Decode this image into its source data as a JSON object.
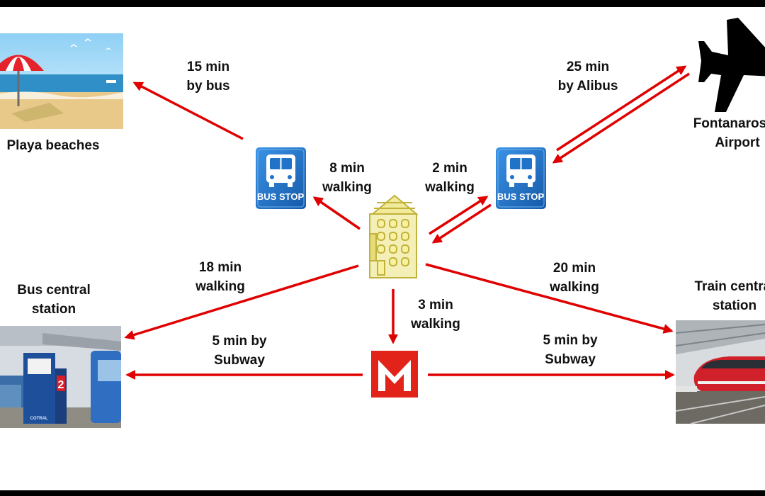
{
  "places": {
    "beach": "Playa beaches",
    "airport": "Fontanarossa\nAirport",
    "bus_central": "Bus central\nstation",
    "train_central": "Train central\nstation"
  },
  "routes": {
    "hotel_to_beach_stop": "8 min\nwalking",
    "hotel_to_airport_stop": "2 min\nwalking",
    "stop_to_beach": "15 min\nby bus",
    "stop_to_airport": "25 min\nby Alibus",
    "hotel_to_bus_station": "18 min\nwalking",
    "hotel_to_train_station": "20 min\nwalking",
    "hotel_to_metro": "3 min\nwalking",
    "metro_to_bus_station": "5 min by\nSubway",
    "metro_to_train_station": "5 min by\nSubway"
  },
  "signs": {
    "bus_stop": "BUS STOP",
    "bus_station_sign_number": "2",
    "bus_station_brand": "COTRAL"
  },
  "colors": {
    "arrow": "#e00000",
    "bus_stop_blue": "#1f73c9",
    "metro_red": "#e2231a",
    "hotel_yellow": "#f1ea9a"
  }
}
